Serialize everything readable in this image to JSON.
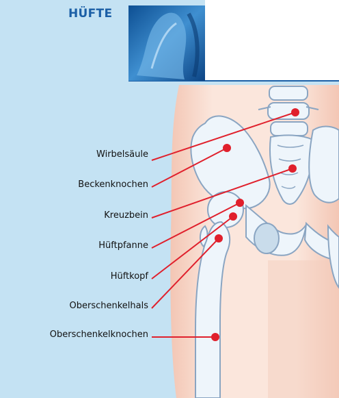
{
  "title": "HÜFTE",
  "labels": [
    "Wirbelsäule",
    "Beckenknochen",
    "Kreuzbein",
    "Hüftpfanne",
    "Hüftkopf",
    "Oberschenkelhals",
    "Oberschenkelknochen"
  ],
  "colors": {
    "panel_blue": "#c4e2f3",
    "title_blue": "#1b5fa6",
    "skin": "#f6d7c8",
    "bone_fill": "#eef5fb",
    "bone_stroke": "#8aa5c2",
    "leader_red": "#e0202c"
  }
}
